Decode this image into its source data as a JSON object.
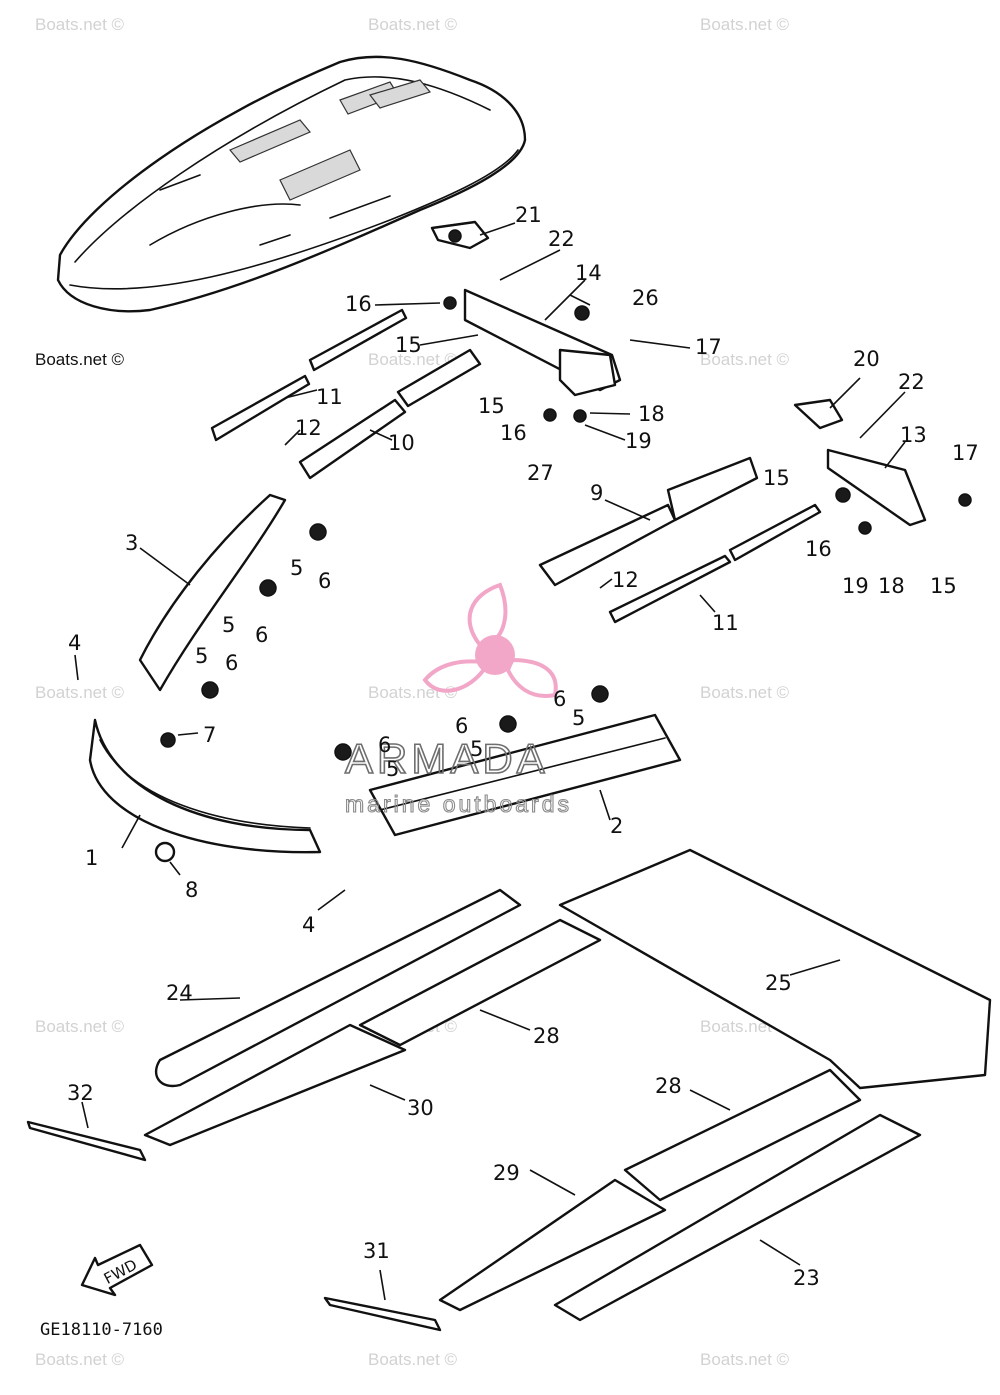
{
  "watermark": {
    "text": "Boats.net ©",
    "brand_name": "ARMADA",
    "brand_tagline": "marine outboards"
  },
  "diagram_code": "GE18110-7160",
  "fwd_label": "FWD",
  "colors": {
    "line": "#111111",
    "watermark": "#d2d2d2",
    "logo_pink": "#f2a7c8"
  },
  "callouts": {
    "c1": "1",
    "c2": "2",
    "c3": "3",
    "c4a": "4",
    "c4b": "4",
    "c5a": "5",
    "c5b": "5",
    "c5c": "5",
    "c5d": "5",
    "c5e": "5",
    "c5f": "5",
    "c6a": "6",
    "c6b": "6",
    "c6c": "6",
    "c6d": "6",
    "c6e": "6",
    "c6f": "6",
    "c7": "7",
    "c8": "8",
    "c9": "9",
    "c10": "10",
    "c11a": "11",
    "c11b": "11",
    "c12a": "12",
    "c12b": "12",
    "c13": "13",
    "c14": "14",
    "c15a": "15",
    "c15b": "15",
    "c15c": "15",
    "c15d": "15",
    "c16a": "16",
    "c16b": "16",
    "c16c": "16",
    "c17a": "17",
    "c17b": "17",
    "c18a": "18",
    "c18b": "18",
    "c19a": "19",
    "c19b": "19",
    "c20": "20",
    "c21": "21",
    "c22a": "22",
    "c22b": "22",
    "c23": "23",
    "c24": "24",
    "c25": "25",
    "c26": "26",
    "c27": "27",
    "c28a": "28",
    "c28b": "28",
    "c29": "29",
    "c30": "30",
    "c31": "31",
    "c32": "32"
  }
}
